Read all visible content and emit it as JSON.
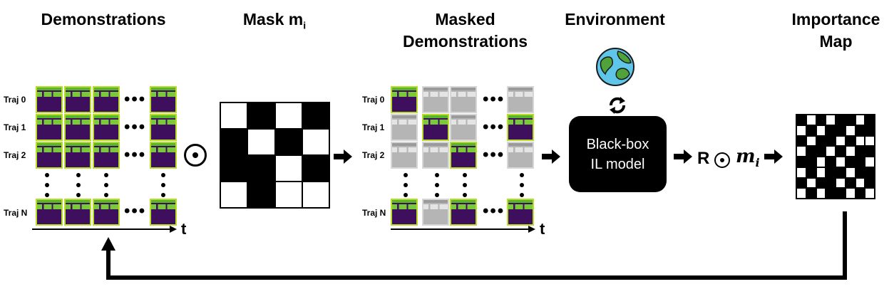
{
  "headers": {
    "demonstrations": "Demonstrations",
    "mask": "Mask m",
    "mask_sub": "i",
    "masked_line1": "Masked",
    "masked_line2": "Demonstrations",
    "environment": "Environment",
    "importance_line1": "Importance",
    "importance_line2": "Map"
  },
  "trajectory_labels": [
    "Traj 0",
    "Traj 1",
    "Traj 2",
    "Traj N"
  ],
  "time_axis_label": "t",
  "black_box": {
    "line1": "Black-box",
    "line2": "IL model"
  },
  "output": {
    "r": "R",
    "m": "m",
    "m_sub": "i"
  },
  "masked_pattern": [
    [
      1,
      0,
      0,
      0
    ],
    [
      0,
      1,
      0,
      1
    ],
    [
      0,
      0,
      1,
      0
    ],
    [
      1,
      0,
      1,
      1
    ]
  ],
  "mask_grid": [
    [
      0,
      1,
      0,
      1
    ],
    [
      1,
      0,
      1,
      0
    ],
    [
      1,
      1,
      0,
      1
    ],
    [
      0,
      1,
      0,
      0
    ]
  ],
  "importance_grid": [
    [
      1,
      0,
      1,
      0,
      1,
      1,
      0,
      1
    ],
    [
      0,
      1,
      0,
      1,
      1,
      0,
      1,
      1
    ],
    [
      1,
      0,
      1,
      1,
      0,
      1,
      0,
      0
    ],
    [
      0,
      1,
      1,
      0,
      1,
      0,
      1,
      1
    ],
    [
      1,
      1,
      0,
      1,
      0,
      1,
      1,
      0
    ],
    [
      0,
      1,
      0,
      1,
      1,
      0,
      1,
      1
    ],
    [
      1,
      0,
      1,
      1,
      0,
      1,
      0,
      1
    ],
    [
      0,
      1,
      0,
      1,
      1,
      0,
      1,
      0
    ]
  ],
  "icons": [
    "globe-icon",
    "cycle-icon",
    "hadamard-product-icon",
    "arrow-right-icon"
  ]
}
